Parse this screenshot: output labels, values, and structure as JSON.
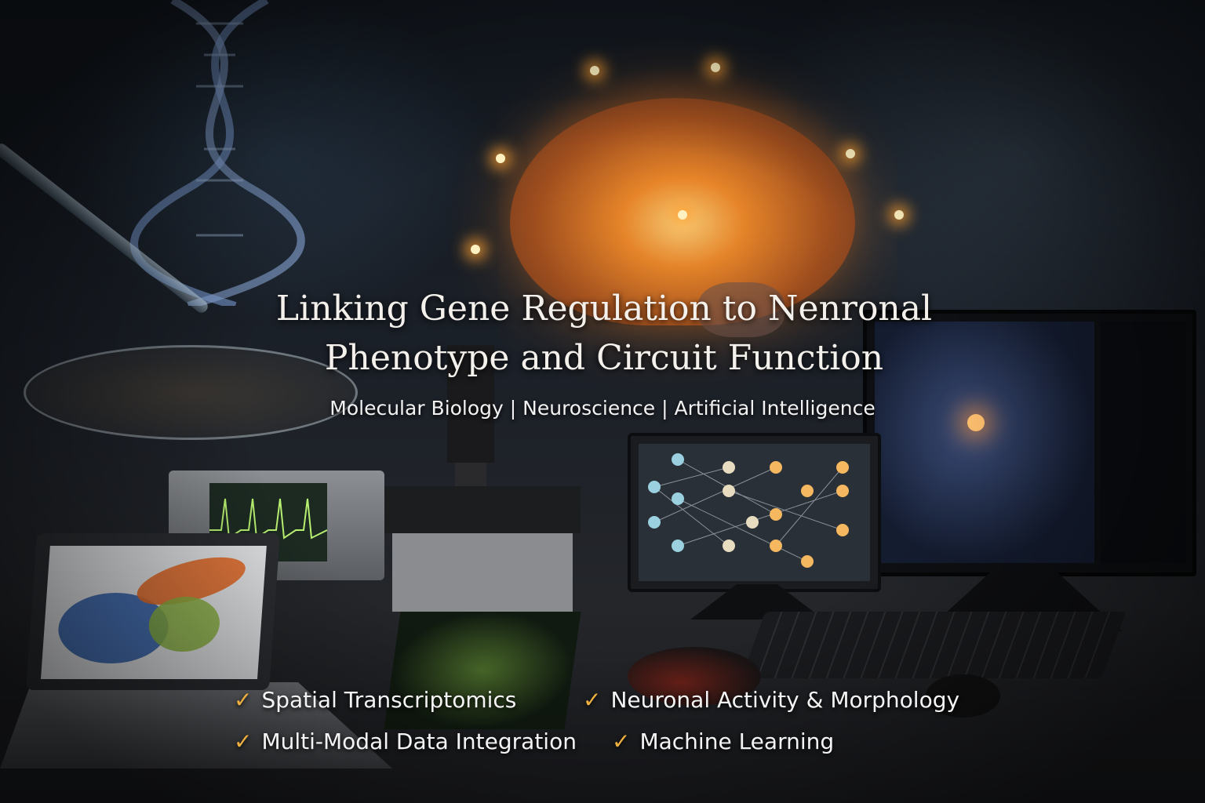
{
  "title": {
    "line1": "Linking Gene Regulation to Nenronal",
    "line2": "Phenotype and Circuit Function"
  },
  "subtitle": "Molecular Biology | Neuroscience | Artificial Intelligence",
  "features": [
    {
      "icon": "check-icon",
      "label": "Spatial Transcriptomics"
    },
    {
      "icon": "check-icon",
      "label": "Neuronal Activity & Morphology"
    },
    {
      "icon": "check-icon",
      "label": "Multi-Modal Data Integration"
    },
    {
      "icon": "check-icon",
      "label": "Machine Learning"
    }
  ],
  "colors": {
    "accent": "#f0b040",
    "glow": "#f08a2a",
    "background": "#141a22"
  }
}
